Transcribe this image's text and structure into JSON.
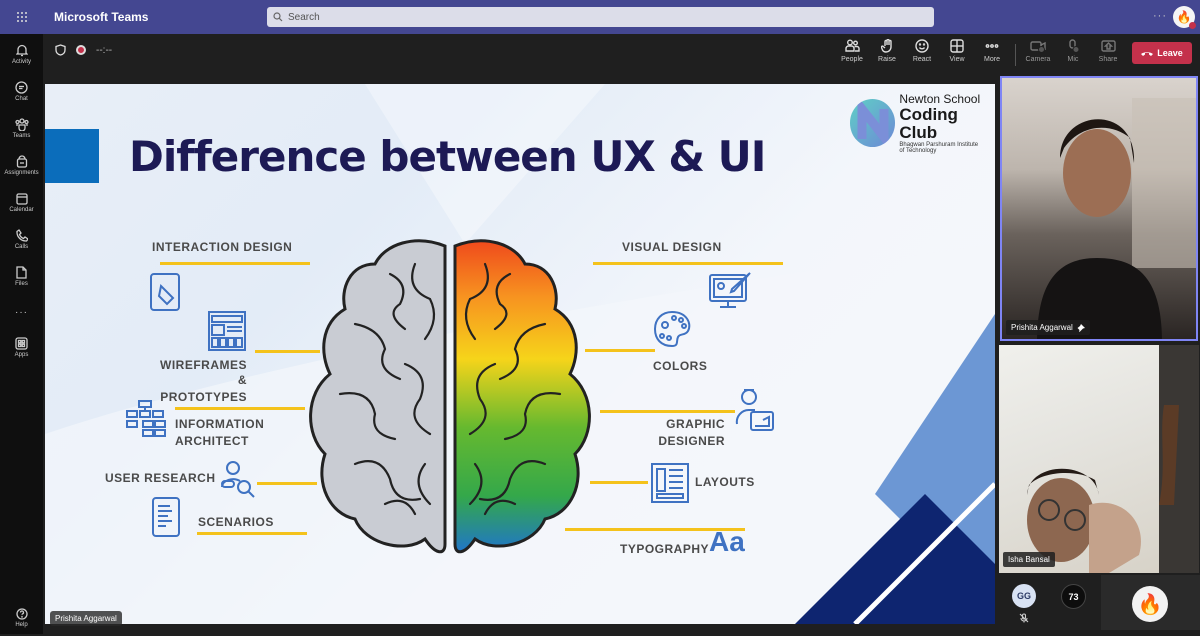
{
  "titlebar": {
    "app_title": "Microsoft Teams",
    "search_placeholder": "Search",
    "more": "···",
    "profile_icon": "fire-emoji"
  },
  "rail": {
    "items": [
      {
        "label": "Activity",
        "icon": "bell-icon"
      },
      {
        "label": "Chat",
        "icon": "chat-icon"
      },
      {
        "label": "Teams",
        "icon": "teams-icon"
      },
      {
        "label": "Assignments",
        "icon": "assignments-icon"
      },
      {
        "label": "Calendar",
        "icon": "calendar-icon"
      },
      {
        "label": "Calls",
        "icon": "phone-icon"
      },
      {
        "label": "Files",
        "icon": "file-icon"
      },
      {
        "label": "···",
        "icon": "more-icon"
      },
      {
        "label": "Apps",
        "icon": "apps-icon"
      }
    ],
    "help": "Help"
  },
  "meeting": {
    "timer": "--:--",
    "controls": [
      {
        "label": "People",
        "icon": "people-icon"
      },
      {
        "label": "Raise",
        "icon": "hand-icon"
      },
      {
        "label": "React",
        "icon": "smiley-icon"
      },
      {
        "label": "View",
        "icon": "grid-icon"
      },
      {
        "label": "More",
        "icon": "more-icon"
      },
      {
        "label": "Camera",
        "icon": "camera-off-icon"
      },
      {
        "label": "Mic",
        "icon": "mic-off-icon"
      },
      {
        "label": "Share",
        "icon": "share-icon"
      }
    ],
    "leave_label": "Leave",
    "leave_color": "#c4314b"
  },
  "slide": {
    "title": "Difference between UX & UI",
    "logo": {
      "line1": "Newton School",
      "line2": "Coding Club",
      "line3a": "Bhagwan Parshuram Institute",
      "line3b": "of Technology"
    },
    "ux_items": [
      {
        "label": "INTERACTION DESIGN",
        "icon": "tablet-touch-icon"
      },
      {
        "label": "WIREFRAMES &",
        "label2": "PROTOTYPES",
        "icon": "wireframe-icon"
      },
      {
        "label": "INFORMATION",
        "label2": "ARCHITECT",
        "icon": "sitemap-icon"
      },
      {
        "label": "USER RESEARCH",
        "icon": "user-search-icon"
      },
      {
        "label": "SCENARIOS",
        "icon": "scroll-icon"
      }
    ],
    "ui_items": [
      {
        "label": "VISUAL DESIGN",
        "icon": "monitor-brush-icon"
      },
      {
        "label": "COLORS",
        "icon": "palette-icon"
      },
      {
        "label": "GRAPHIC",
        "label2": "DESIGNER",
        "icon": "designer-icon"
      },
      {
        "label": "LAYOUTS",
        "icon": "layout-icon"
      },
      {
        "label": "TYPOGRAPHY",
        "glyph": "Aa",
        "icon": "typography-icon"
      }
    ],
    "accent_yellow": "#f4c21b",
    "accent_blue": "#3f72c2",
    "title_color": "#1d1a55"
  },
  "presenter_name": "Prishita Aggarwal",
  "participants": [
    {
      "name": "Prishita Aggarwal",
      "pinned": true
    },
    {
      "name": "Isha Bansal"
    }
  ],
  "others": {
    "avatar_initials": "GG",
    "overflow_count": "73",
    "reaction": "🔥"
  }
}
